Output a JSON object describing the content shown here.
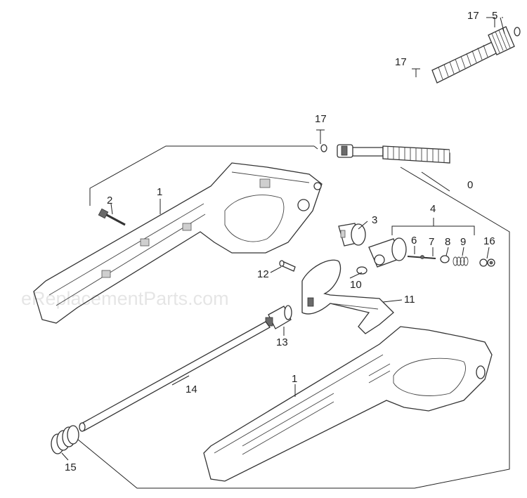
{
  "watermark": "eReplacementParts.com",
  "callouts": {
    "c0": "0",
    "c1a": "1",
    "c1b": "1",
    "c2": "2",
    "c3": "3",
    "c4": "4",
    "c5": "5",
    "c6": "6",
    "c7": "7",
    "c8": "8",
    "c9": "9",
    "c10": "10",
    "c11": "11",
    "c12": "12",
    "c13": "13",
    "c14": "14",
    "c15": "15",
    "c16": "16",
    "c17a": "17",
    "c17b": "17",
    "c17c": "17"
  }
}
